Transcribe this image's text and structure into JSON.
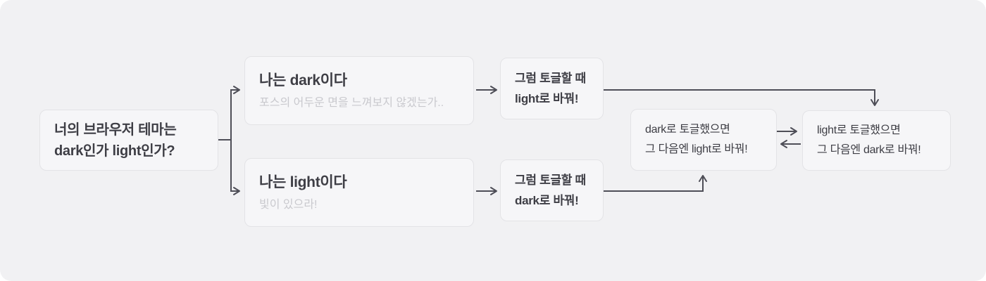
{
  "diagram": {
    "description": "Flowchart about toggling browser theme between dark and light",
    "colors": {
      "canvas_background": "#f1f1f3",
      "node_fill": "#f6f6f8",
      "node_border": "#e3e3e6",
      "arrow": "#4e4e57",
      "text_primary": "#3e3e45",
      "text_muted": "#c9c9ce"
    },
    "nodes": {
      "question": {
        "line1": "너의 브라우저 테마는",
        "line2": "dark인가 light인가?"
      },
      "dark_choice": {
        "title": "나는 dark이다",
        "subtitle": "포스의 어두운 면을 느껴보지 않겠는가.."
      },
      "light_choice": {
        "title": "나는 light이다",
        "subtitle": "빛이 있으라!"
      },
      "toggle_to_light": {
        "line1": "그럼 토글할 때",
        "line2": "light로 바꿔!"
      },
      "toggle_to_dark": {
        "line1": "그럼 토글할 때",
        "line2": "dark로 바꿔!"
      },
      "after_dark_toggle": {
        "line1": "dark로 토글했으면",
        "line2": "그 다음엔 light로 바꿔!"
      },
      "after_light_toggle": {
        "line1": "light로 토글했으면",
        "line2": "그 다음엔 dark로 바꿔!"
      }
    },
    "edges": [
      {
        "from": "question",
        "to": "dark_choice"
      },
      {
        "from": "question",
        "to": "light_choice"
      },
      {
        "from": "dark_choice",
        "to": "toggle_to_light"
      },
      {
        "from": "light_choice",
        "to": "toggle_to_dark"
      },
      {
        "from": "toggle_to_light",
        "to": "after_light_toggle"
      },
      {
        "from": "toggle_to_dark",
        "to": "after_dark_toggle"
      },
      {
        "from": "after_dark_toggle",
        "to": "after_light_toggle"
      },
      {
        "from": "after_light_toggle",
        "to": "after_dark_toggle"
      }
    ]
  }
}
